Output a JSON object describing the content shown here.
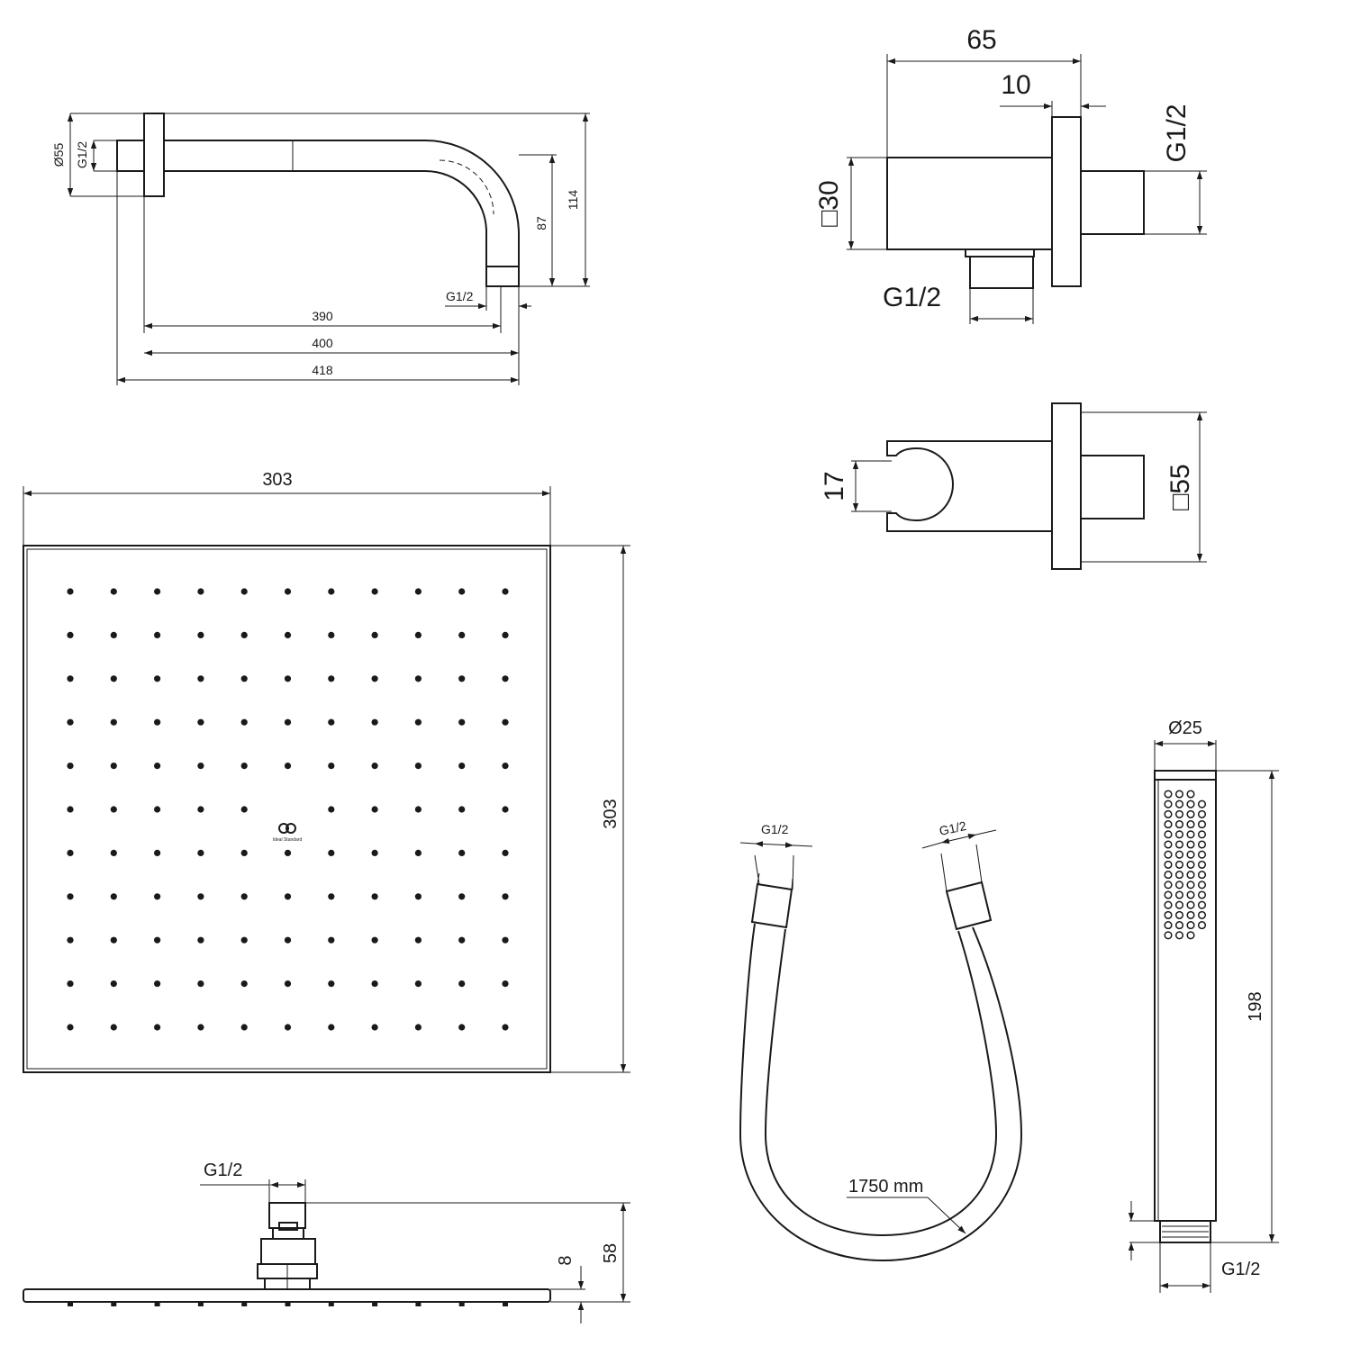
{
  "colors": {
    "line": "#1a1a1a",
    "background": "#ffffff"
  },
  "arm": {
    "dia": "Ø55",
    "thread_left": "G1/2",
    "thread_right": "G1/2",
    "len_390": "390",
    "len_400": "400",
    "len_418": "418",
    "h_87": "87",
    "h_114": "114"
  },
  "outlet": {
    "w_65": "65",
    "w_10": "10",
    "thread_right": "G1/2",
    "thread_bottom": "G1/2",
    "sq_30": "□30"
  },
  "holder": {
    "dim_17": "17",
    "sq_55": "□55"
  },
  "head_top": {
    "w_303": "303",
    "h_303": "303",
    "logo_text": "Ideal Standard",
    "nozzle_rows": 11,
    "nozzle_cols": 11
  },
  "head_side": {
    "thread": "G1/2",
    "h_8": "8",
    "h_58": "58"
  },
  "hose": {
    "thread_left": "G1/2",
    "thread_right": "G1/2",
    "length": "1750 mm"
  },
  "hand_shower": {
    "dia": "Ø25",
    "len": "198",
    "thread": "G1/2"
  }
}
